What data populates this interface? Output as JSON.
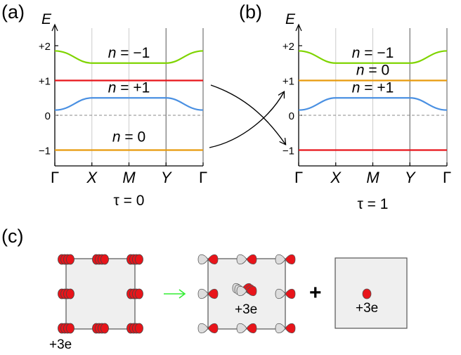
{
  "panel_labels": {
    "a": "(a)",
    "b": "(b)",
    "c": "(c)"
  },
  "colors": {
    "green": "#7fd400",
    "red": "#e8141a",
    "blue": "#4a90e2",
    "orange": "#e89a0c",
    "gray_fill": "#efefef",
    "arrow_green": "#33ee33"
  },
  "chart_data": [
    {
      "type": "line",
      "panel": "(a)",
      "ylabel": "E",
      "x_ticks": [
        "Γ",
        "X",
        "M",
        "Y",
        "Γ"
      ],
      "y_ticks": [
        "+2",
        "+1",
        "0",
        "−1"
      ],
      "tau_label": "τ = 0",
      "bands": [
        {
          "name": "n = −1",
          "color": "#7fd400",
          "values_at_ticks": [
            1.85,
            1.5,
            1.5,
            1.5,
            1.85
          ]
        },
        {
          "name": "",
          "color": "#e8141a",
          "values_at_ticks": [
            1.0,
            1.0,
            1.0,
            1.0,
            1.0
          ]
        },
        {
          "name": "n = +1",
          "color": "#4a90e2",
          "values_at_ticks": [
            0.15,
            0.5,
            0.5,
            0.5,
            0.15
          ]
        },
        {
          "name": "n = 0",
          "color": "#e89a0c",
          "values_at_ticks": [
            -1.0,
            -1.0,
            -1.0,
            -1.0,
            -1.0
          ]
        }
      ],
      "zero_line": "dashed"
    },
    {
      "type": "line",
      "panel": "(b)",
      "ylabel": "E",
      "x_ticks": [
        "Γ",
        "X",
        "M",
        "Y",
        "Γ"
      ],
      "y_ticks": [
        "+2",
        "+1",
        "0",
        "−1"
      ],
      "tau_label": "τ = 1",
      "bands": [
        {
          "name": "n = −1",
          "color": "#7fd400",
          "values_at_ticks": [
            1.85,
            1.5,
            1.5,
            1.5,
            1.85
          ]
        },
        {
          "name": "n = 0",
          "color": "#e89a0c",
          "values_at_ticks": [
            1.0,
            1.0,
            1.0,
            1.0,
            1.0
          ]
        },
        {
          "name": "n = +1",
          "color": "#4a90e2",
          "values_at_ticks": [
            0.15,
            0.5,
            0.5,
            0.5,
            0.15
          ]
        },
        {
          "name": "",
          "color": "#e8141a",
          "values_at_ticks": [
            -1.0,
            -1.0,
            -1.0,
            -1.0,
            -1.0
          ]
        }
      ],
      "zero_line": "dashed"
    }
  ],
  "panel_c": {
    "charge_left": "+3e",
    "charge_mid": "+3e",
    "charge_right": "+3e",
    "plus_sign": "+"
  }
}
